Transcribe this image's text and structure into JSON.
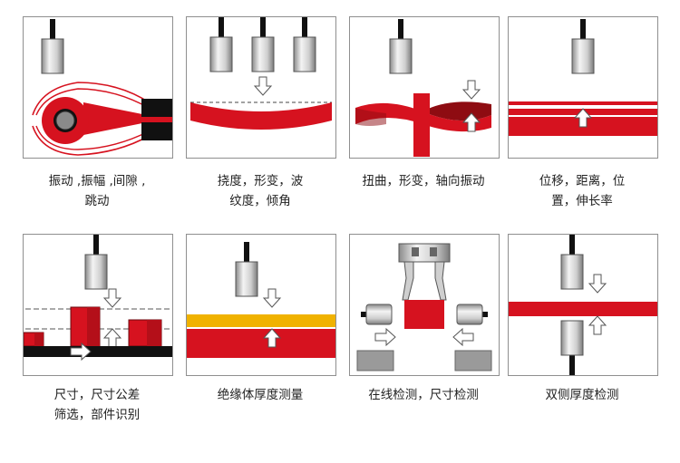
{
  "captions": {
    "p1": {
      "line1": "振动 ,振幅 ,间隙 ,",
      "line2": "跳动"
    },
    "p2": {
      "line1": "挠度，形变，波",
      "line2": "纹度，倾角"
    },
    "p3": {
      "line1": "扭曲，形变，轴向振动"
    },
    "p4": {
      "line1": "位移，距离，位",
      "line2": "置，伸长率"
    },
    "p5": {
      "line1": "尺寸，尺寸公差",
      "line2": "筛选，部件识别"
    },
    "p6": {
      "line1": "绝缘体厚度测量"
    },
    "p7": {
      "line1": "在线检测，尺寸检测"
    },
    "p8": {
      "line1": "双侧厚度检测"
    }
  },
  "colors": {
    "red": "#d6121f",
    "dark_red": "#8e0c12",
    "yellow": "#f0b200",
    "gray": "#9a9a9a",
    "frame": "#8f8f8f"
  },
  "icons": [
    "displacement-sensor-icon",
    "arrow-icon",
    "gripper-icon"
  ]
}
